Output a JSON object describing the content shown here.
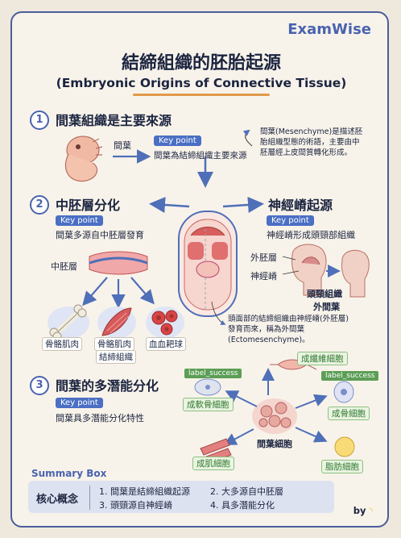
{
  "brand": "ExamWise",
  "title": "結締組織的胚胎起源",
  "subtitle": "(Embryonic Origins of Connective Tissue)",
  "keypoint": "Key point",
  "sections": [
    {
      "num": "1",
      "title": "間葉組織是主要來源"
    },
    {
      "num": "2",
      "title": "中胚層分化"
    },
    {
      "num": "3",
      "title": "間葉的多潛能分化"
    }
  ],
  "s1": {
    "embryo_label": "間葉",
    "key_text": "間葉為結締組織主要來源",
    "note1": "間葉(Mesenchyme)是描述胚",
    "note2": "胎組織型態的術語，主要由中",
    "note3": "胚層經上皮間質轉化形成。"
  },
  "s2": {
    "key_text": "間葉多源自中胚層發育",
    "mesoderm": "中胚層",
    "out1": "骨骼肌肉",
    "out2": "骨骼肌肉",
    "out2b": "結締組織",
    "out3": "血血耙球"
  },
  "nc": {
    "title": "神經嵴起源",
    "key_text": "神經嵴形成頭頸部組織",
    "ectoderm": "外胚層",
    "crest": "神經嵴",
    "headneck": "頭頸組織",
    "ecto": "外間葉",
    "note1": "頭面部的結締組織由神經嵴(外胚層)",
    "note2": "發育而來，稱為外間葉",
    "note3": "(Ectomesenchyme)。"
  },
  "s3": {
    "key_text": "間葉具多潛能分化特性",
    "success_tag": "label_success",
    "chondro": "成軟骨細胞",
    "fibro": "成纖維細胞",
    "osteo": "成骨細胞",
    "center": "間葉細胞",
    "myo": "成肌細胞",
    "adipo": "脂肪細胞"
  },
  "summary": {
    "title": "Summary Box",
    "head": "核心概念",
    "items": [
      "1. 間葉是結締組織起源",
      "2. 大多源自中胚層",
      "3. 頭頸源自神經嵴",
      "4. 具多潛能分化"
    ]
  },
  "byline": "by"
}
